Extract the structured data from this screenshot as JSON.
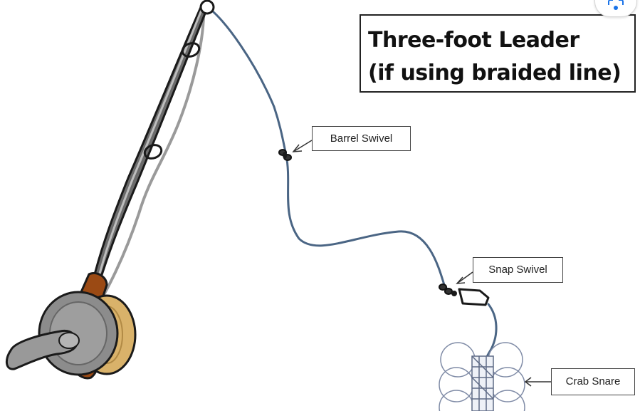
{
  "title": {
    "line1": "Three-foot Leader",
    "line2": "(if using braided line)"
  },
  "labels": {
    "barrel_swivel": "Barrel Swivel",
    "snap_swivel": "Snap Swivel",
    "crab_snare": "Crab Snare"
  },
  "colors": {
    "fishing_line": "#4a6584",
    "rod_dark": "#555555",
    "rod_light": "#9a9a9a",
    "cork_handle": "#9b4a14",
    "reel_gray": "#8c8c8c",
    "spool_gold": "#d9b26a",
    "outline": "#1a1a1a"
  },
  "icons": {
    "corner_badge": "visual-search-icon"
  }
}
